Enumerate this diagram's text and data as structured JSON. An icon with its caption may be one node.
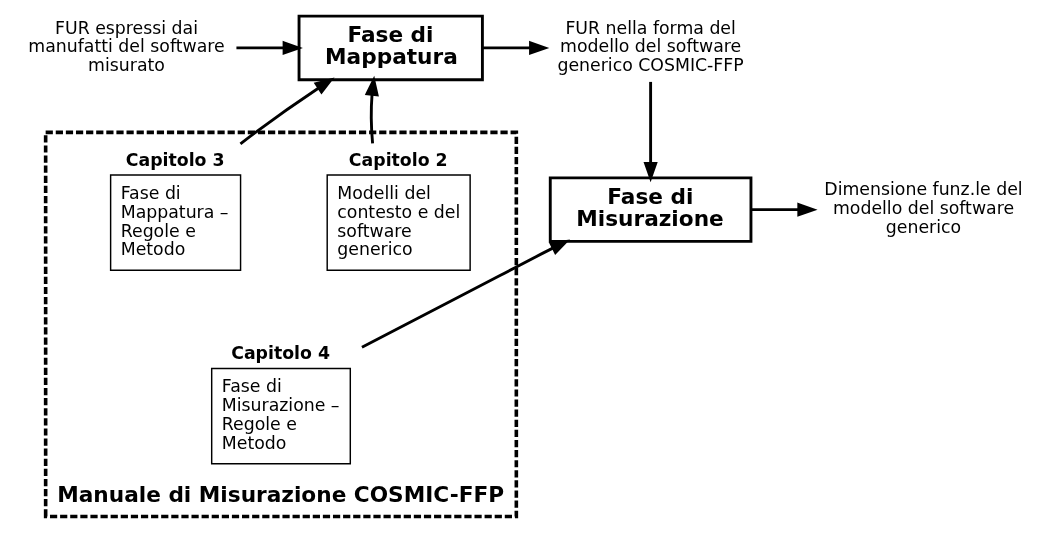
{
  "diagram": {
    "nodes": [
      {
        "text": [
          "FUR espressi dai manufatti del software misurato"
        ]
      },
      {
        "text": [
          "Fase di Mappatura"
        ]
      },
      {
        "text": [
          "FUR nella forma del modello del software generico COSMIC-FFP"
        ]
      },
      {
        "text": [
          "Fase di Misurazione"
        ]
      },
      {
        "text": [
          "Dimensione funz.le del modello del software generico"
        ]
      },
      {
        "text": [
          "Manuale di Misurazione COSMIC-FFP"
        ]
      },
      {
        "text": [
          "Capitolo 2",
          "Modelli del contesto e del software generico"
        ],
        "in": 5
      },
      {
        "text": [
          "Capitolo 3",
          "Fase di Mappatura – Regole e Metodo"
        ],
        "in": 5
      },
      {
        "text": [
          "Capitolo 4",
          "Fase di Misurazione – Regole e Metodo"
        ],
        "in": 5
      }
    ],
    "edges": [
      {
        "from": 0,
        "to": 1,
        "arrow": "to"
      },
      {
        "from": 1,
        "to": 2,
        "arrow": "to"
      },
      {
        "from": 2,
        "to": 3,
        "arrow": "to"
      },
      {
        "from": 3,
        "to": 4,
        "arrow": "to"
      },
      {
        "from": 6,
        "to": 1,
        "arrow": "to"
      },
      {
        "from": 7,
        "to": 1,
        "arrow": "to"
      },
      {
        "from": 8,
        "to": 3,
        "arrow": "to"
      }
    ]
  }
}
